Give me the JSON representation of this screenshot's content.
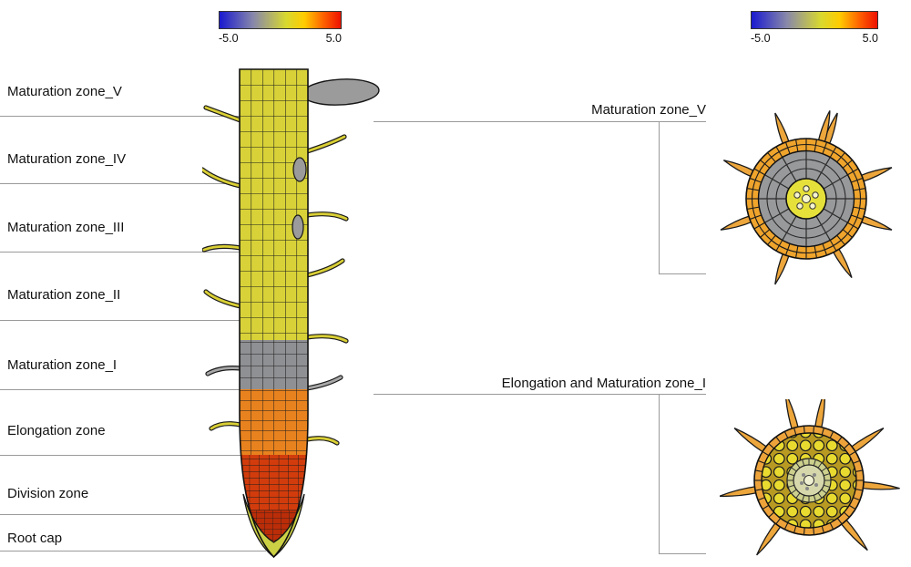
{
  "colorbar_left": {
    "min_label": "-5.0",
    "max_label": "5.0"
  },
  "colorbar_right": {
    "min_label": "-5.0",
    "max_label": "5.0"
  },
  "zones": [
    "Maturation zone_V",
    "Maturation zone_IV",
    "Maturation zone_III",
    "Maturation zone_II",
    "Maturation zone_I",
    "Elongation zone",
    "Division zone",
    "Root cap"
  ],
  "callouts": {
    "top": "Maturation zone_V",
    "bottom": "Elongation and Maturation zone_I"
  },
  "colors": {
    "scale_gradient": [
      "#1a1ad0",
      "#8888aa",
      "#d8d830",
      "#ffcc00",
      "#ff6600",
      "#ee1100"
    ],
    "root_yellow": "#d8d238",
    "maturation_gray": "#8f9093",
    "elongation_orange": "#e8821e",
    "division_red": "#d23c0c",
    "root_cap_yellow": "#ccd044",
    "cross_section_ring_orange": "#efa42c",
    "cross_section_cortex_gray": "#98999b",
    "stele_yellow": "#e6e03a"
  }
}
